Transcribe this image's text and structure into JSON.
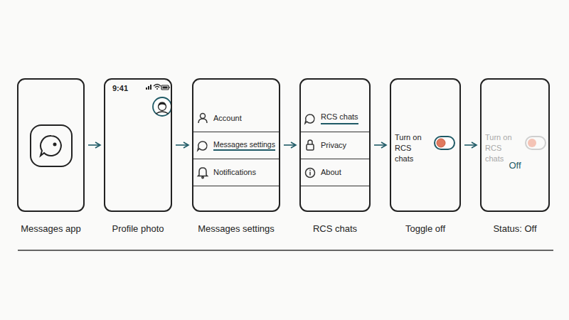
{
  "diagram": {
    "nodes": [
      {
        "text": [
          "Messages app"
        ]
      },
      {
        "text": [
          "9:41",
          "Profile photo"
        ]
      },
      {
        "text": [
          "Messages settings"
        ]
      },
      {
        "text": [
          "Account"
        ],
        "in": 2
      },
      {
        "text": [
          "Messages settings"
        ],
        "in": 2
      },
      {
        "text": [
          "Notifications"
        ],
        "in": 2
      },
      {
        "text": [
          "RCS chats"
        ]
      },
      {
        "text": [
          "RCS chats"
        ],
        "in": 6
      },
      {
        "text": [
          "Privacy"
        ],
        "in": 6
      },
      {
        "text": [
          "About"
        ],
        "in": 6
      },
      {
        "text": [
          "Turn on RCS chats",
          "Toggle off"
        ]
      },
      {
        "text": [
          "Turn on RCS chats",
          "Off",
          "Status: Off"
        ]
      }
    ],
    "edges": [
      {
        "from": 0,
        "to": 1,
        "arrow": "to"
      },
      {
        "from": 1,
        "to": 2,
        "arrow": "to"
      },
      {
        "from": 2,
        "to": 6,
        "arrow": "to"
      },
      {
        "from": 6,
        "to": 10,
        "arrow": "to"
      },
      {
        "from": 10,
        "to": 11,
        "arrow": "to"
      }
    ]
  }
}
